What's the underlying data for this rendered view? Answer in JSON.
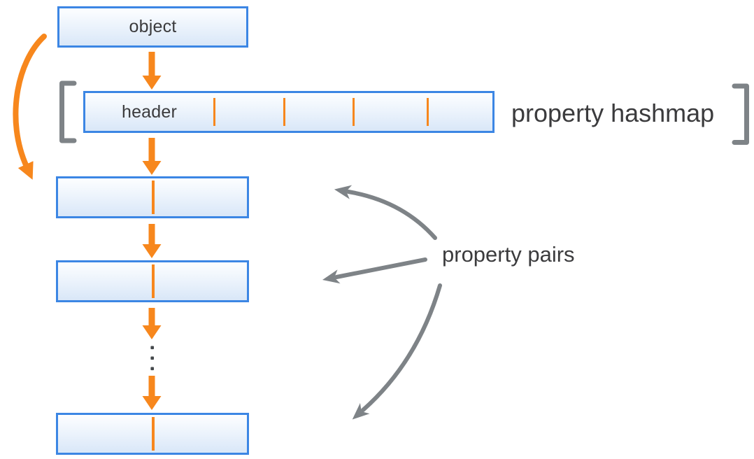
{
  "diagram": {
    "object_label": "object",
    "header_label": "header",
    "hashmap_label": "property hashmap",
    "pairs_label": "property pairs"
  },
  "structure": {
    "hashmap_slot_dividers": 4,
    "property_pair_boxes": 3,
    "ellipsis_dots": 3
  },
  "colors": {
    "accent-orange": "#F7871D",
    "box-border-blue": "#3C86E4",
    "box-fill-top": "#FDFEFF",
    "box-fill-bottom": "#D9E7F8",
    "gray-annotation": "#7E8387",
    "dot-gray": "#44484B",
    "text-dark": "#3B3B3D"
  }
}
